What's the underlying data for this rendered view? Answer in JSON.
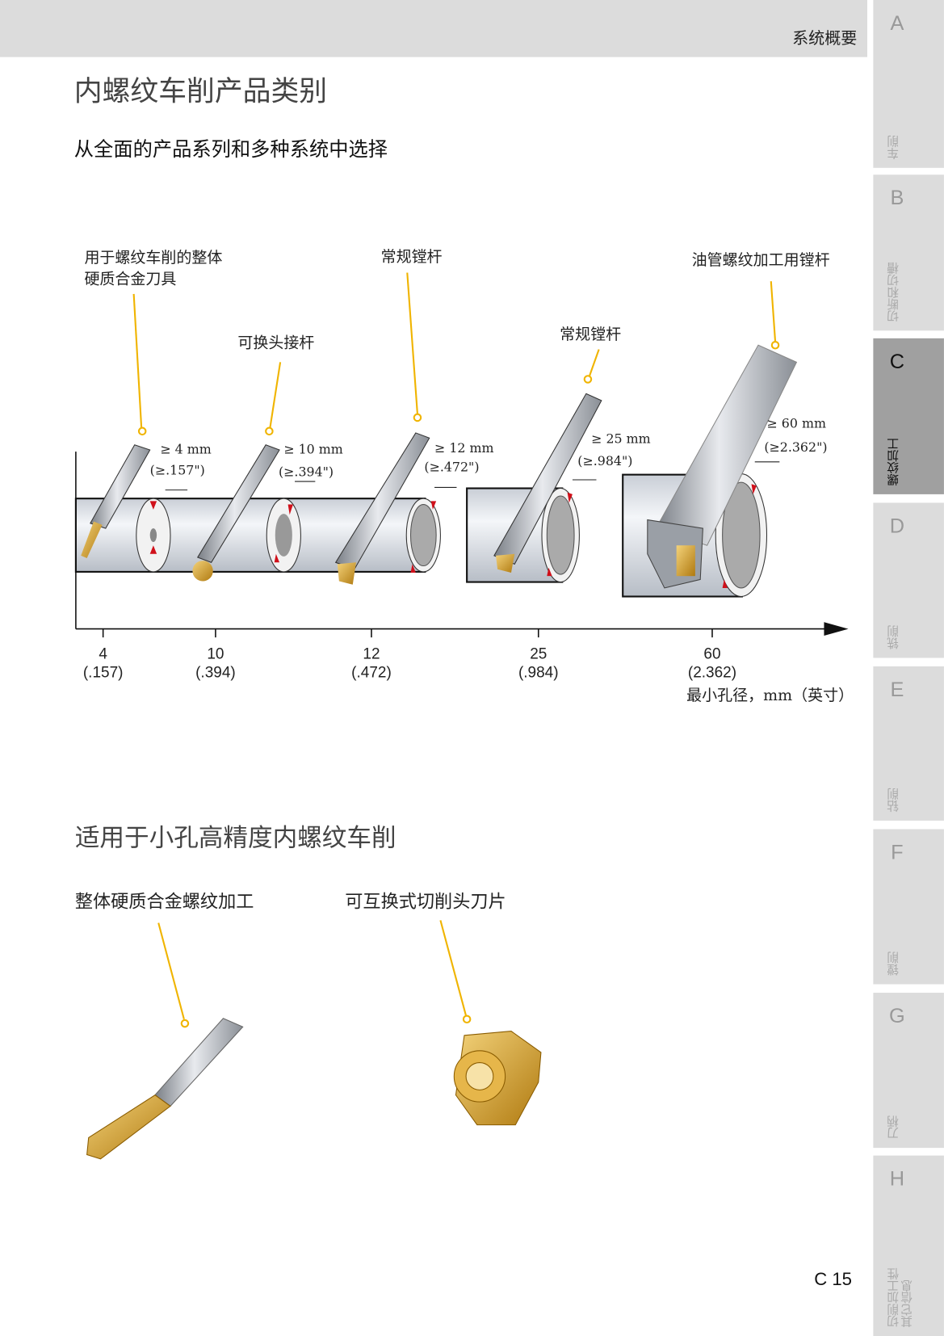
{
  "header": {
    "section": "系统概要"
  },
  "title": "内螺纹车削产品类别",
  "subtitle": "从全面的产品系列和多种系统中选择",
  "diagram": {
    "callouts": [
      "用于螺纹车削的整体\n硬质合金刀具",
      "可换头接杆",
      "常规镗杆",
      "常规镗杆",
      "油管螺纹加工用镗杆"
    ],
    "dimensions": [
      {
        "mm": "≥ 4 mm",
        "inch": "(≥.157\")"
      },
      {
        "mm": "≥ 10 mm",
        "inch": "(≥.394\")"
      },
      {
        "mm": "≥ 12 mm",
        "inch": "(≥.472\")"
      },
      {
        "mm": "≥ 25 mm",
        "inch": "(≥.984\")"
      },
      {
        "mm": "≥ 60 mm",
        "inch": "(≥2.362\")"
      }
    ],
    "ticks": [
      {
        "mm": "4",
        "inch": "(.157)"
      },
      {
        "mm": "10",
        "inch": "(.394)"
      },
      {
        "mm": "12",
        "inch": "(.472)"
      },
      {
        "mm": "25",
        "inch": "(.984)"
      },
      {
        "mm": "60",
        "inch": "(2.362)"
      }
    ],
    "axis_label": "最小孔径，mm（英寸）",
    "colors": {
      "leader": "#f0b400",
      "insert": "#d9a520",
      "marker": "#d0101a"
    }
  },
  "section2": {
    "title": "适用于小孔高精度内螺纹车削",
    "labels": [
      "整体硬质合金螺纹加工",
      "可互换式切削头刀片"
    ]
  },
  "page_number": "C 15",
  "sidebar": [
    {
      "letter": "A",
      "label": "车削"
    },
    {
      "letter": "B",
      "label": "切断和切槽"
    },
    {
      "letter": "C",
      "label": "螺纹加工",
      "active": true
    },
    {
      "letter": "D",
      "label": "铣削"
    },
    {
      "letter": "E",
      "label": "钻削"
    },
    {
      "letter": "F",
      "label": "镗削"
    },
    {
      "letter": "G",
      "label": "刀柄"
    },
    {
      "letter": "H",
      "label": "切削加工性\n其它信息"
    }
  ]
}
